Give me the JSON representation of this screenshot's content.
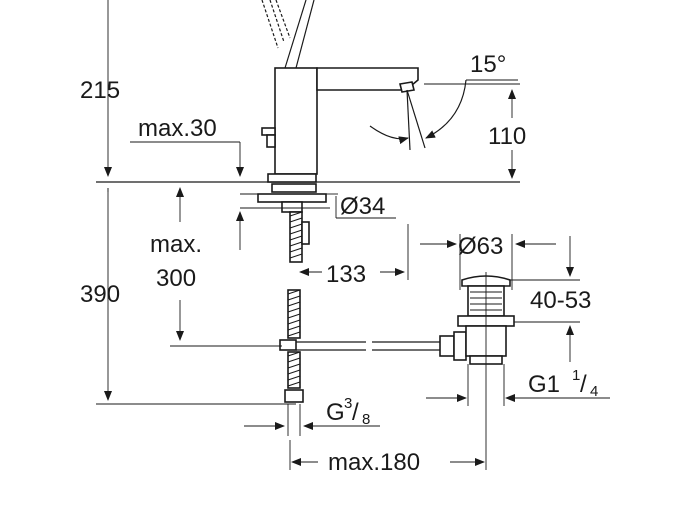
{
  "dimensions": {
    "height_top": "215",
    "max_30": "max.30",
    "angle": "15°",
    "spout_height": "110",
    "diameter_34": "Ø34",
    "max_label": "max.",
    "max_300": "300",
    "height_total": "390",
    "reach_133": "133",
    "diameter_63": "Ø63",
    "range_40_53": "40-53",
    "g_prefix": "G",
    "g_sup": "3",
    "g_slash": "/",
    "g_sub": "8",
    "g1_prefix": "G1",
    "g1_sup": "1",
    "g1_slash": "/",
    "g1_sub": "4",
    "max_180": "max.180"
  }
}
